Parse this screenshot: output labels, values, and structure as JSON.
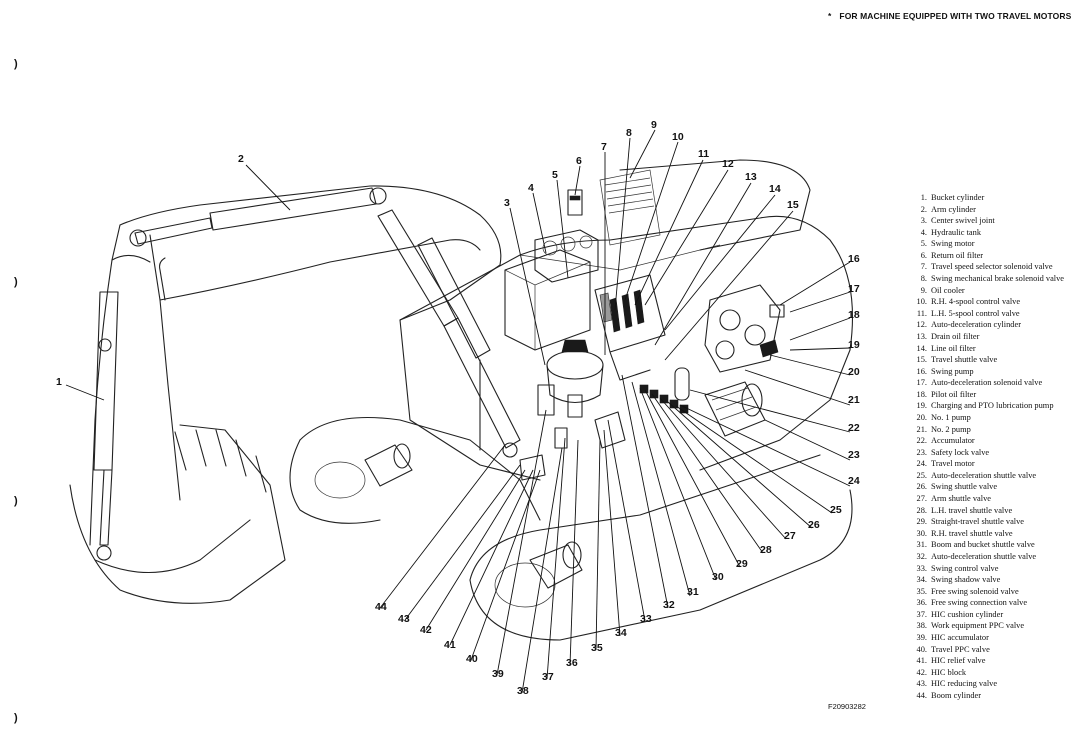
{
  "note": {
    "star": "*",
    "text": "FOR MACHINE EQUIPPED WITH TWO TRAVEL MOTORS"
  },
  "figure_code": "F20903282",
  "margin_marks": [
    ")",
    ")",
    ")",
    ")"
  ],
  "legend": [
    {
      "num": "1.",
      "label": "Bucket cylinder"
    },
    {
      "num": "2.",
      "label": "Arm cylinder"
    },
    {
      "num": "3.",
      "label": "Center swivel joint"
    },
    {
      "num": "4.",
      "label": "Hydraulic tank"
    },
    {
      "num": "5.",
      "label": "Swing motor"
    },
    {
      "num": "6.",
      "label": "Return oil filter"
    },
    {
      "num": "7.",
      "label": "Travel speed selector solenoid valve"
    },
    {
      "num": "8.",
      "label": "Swing mechanical brake solenoid valve"
    },
    {
      "num": "9.",
      "label": "Oil cooler"
    },
    {
      "num": "10.",
      "label": "R.H. 4-spool control valve"
    },
    {
      "num": "11.",
      "label": "L.H. 5-spool control valve"
    },
    {
      "num": "12.",
      "label": "Auto-deceleration cylinder"
    },
    {
      "num": "13.",
      "label": "Drain oil filter"
    },
    {
      "num": "14.",
      "label": "Line oil filter"
    },
    {
      "num": "15.",
      "label": "Travel shuttle valve"
    },
    {
      "num": "16.",
      "label": "Swing pump"
    },
    {
      "num": "17.",
      "label": "Auto-deceleration solenoid valve"
    },
    {
      "num": "18.",
      "label": "Pilot oil filter"
    },
    {
      "num": "19.",
      "label": "Charging and PTO lubrication pump"
    },
    {
      "num": "20.",
      "label": "No. 1 pump"
    },
    {
      "num": "21.",
      "label": "No. 2 pump"
    },
    {
      "num": "22.",
      "label": "Accumulator"
    },
    {
      "num": "23.",
      "label": "Safety lock valve"
    },
    {
      "num": "24.",
      "label": "Travel motor"
    },
    {
      "num": "25.",
      "label": "Auto-deceleration shuttle valve"
    },
    {
      "num": "26.",
      "label": "Swing shuttle valve"
    },
    {
      "num": "27.",
      "label": "Arm shuttle valve"
    },
    {
      "num": "28.",
      "label": "L.H. travel shuttle valve"
    },
    {
      "num": "29.",
      "label": "Straight-travel shuttle valve"
    },
    {
      "num": "30.",
      "label": "R.H. travel shuttle valve"
    },
    {
      "num": "31.",
      "label": "Boom and bucket shuttle valve"
    },
    {
      "num": "32.",
      "label": "Auto-deceleration shuttle valve"
    },
    {
      "num": "33.",
      "label": "Swing control valve"
    },
    {
      "num": "34.",
      "label": "Swing shadow valve"
    },
    {
      "num": "35.",
      "label": "Free swing solenoid valve"
    },
    {
      "num": "36.",
      "label": "Free swing connection valve"
    },
    {
      "num": "37.",
      "label": "HIC cushion cylinder"
    },
    {
      "num": "38.",
      "label": "Work equipment PPC valve"
    },
    {
      "num": "39.",
      "label": "HIC accumulator"
    },
    {
      "num": "40.",
      "label": "Travel PPC valve"
    },
    {
      "num": "41.",
      "label": "HIC relief valve"
    },
    {
      "num": "42.",
      "label": "HIC block"
    },
    {
      "num": "43.",
      "label": "HIC reducing valve"
    },
    {
      "num": "44.",
      "label": "Boom cylinder"
    }
  ],
  "callouts": [
    "1",
    "2",
    "3",
    "4",
    "5",
    "6",
    "7",
    "8",
    "9",
    "10",
    "11",
    "12",
    "13",
    "14",
    "15",
    "16",
    "17",
    "18",
    "19",
    "20",
    "21",
    "22",
    "23",
    "24",
    "25",
    "26",
    "27",
    "28",
    "29",
    "30",
    "31",
    "32",
    "33",
    "34",
    "35",
    "36",
    "37",
    "38",
    "39",
    "40",
    "41",
    "42",
    "43",
    "44"
  ]
}
